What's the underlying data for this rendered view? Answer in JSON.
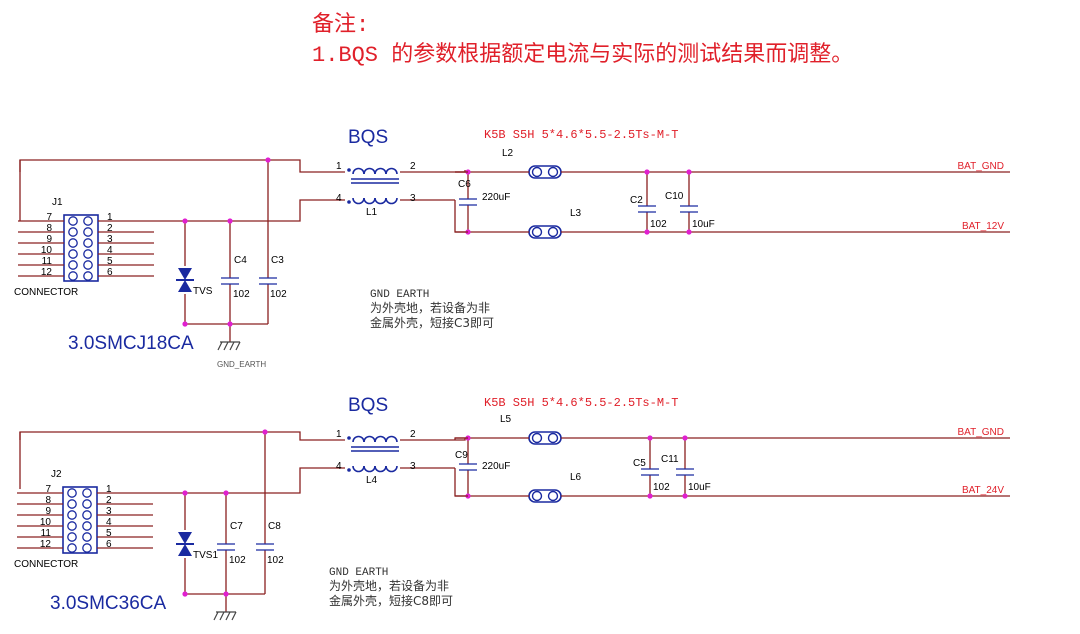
{
  "note": {
    "title": "备注:",
    "line1": "1.BQS 的参数根据额定电流与实际的测试结果而调整。"
  },
  "circuit1": {
    "filter_label": "BQS",
    "part_spec": "K5B S5H 5*4.6*5.5-2.5Ts-M-T",
    "connector_ref": "J1",
    "connector_label": "CONNECTOR",
    "pins_left": [
      "7",
      "8",
      "9",
      "10",
      "11",
      "12"
    ],
    "pins_right": [
      "1",
      "2",
      "3",
      "4",
      "5",
      "6"
    ],
    "tvs_ref": "TVS",
    "tvs_part": "3.0SMCJ18CA",
    "cap_a_ref": "C4",
    "cap_a_val": "102",
    "cap_b_ref": "C3",
    "cap_b_val": "102",
    "choke_ref": "L1",
    "choke_pins": [
      "1",
      "2",
      "4",
      "3"
    ],
    "bead_top_ref": "L2",
    "bead_bot_ref": "L3",
    "cap_bulk_ref": "C6",
    "cap_bulk_val": "220uF",
    "cap_c_ref": "C2",
    "cap_c_val": "102",
    "cap_d_ref": "C10",
    "cap_d_val": "10uF",
    "net_top": "BAT_GND",
    "net_bot": "BAT_12V",
    "gnd_label": "GND_EARTH",
    "note_title": "GND EARTH",
    "note_line1": "为外壳地，若设备为非",
    "note_line2": "金属外壳，短接C3即可"
  },
  "circuit2": {
    "filter_label": "BQS",
    "part_spec": "K5B S5H 5*4.6*5.5-2.5Ts-M-T",
    "connector_ref": "J2",
    "connector_label": "CONNECTOR",
    "pins_left": [
      "7",
      "8",
      "9",
      "10",
      "11",
      "12"
    ],
    "pins_right": [
      "1",
      "2",
      "3",
      "4",
      "5",
      "6"
    ],
    "tvs_ref": "TVS1",
    "tvs_part": "3.0SMC36CA",
    "cap_a_ref": "C7",
    "cap_a_val": "102",
    "cap_b_ref": "C8",
    "cap_b_val": "102",
    "choke_ref": "L4",
    "choke_pins": [
      "1",
      "2",
      "4",
      "3"
    ],
    "bead_top_ref": "L5",
    "bead_bot_ref": "L6",
    "cap_bulk_ref": "C9",
    "cap_bulk_val": "220uF",
    "cap_c_ref": "C5",
    "cap_c_val": "102",
    "cap_d_ref": "C11",
    "cap_d_val": "10uF",
    "net_top": "BAT_GND",
    "net_bot": "BAT_24V",
    "note_title": "GND EARTH",
    "note_line1": "为外壳地，若设备为非",
    "note_line2": "金属外壳，短接C8即可"
  },
  "colors": {
    "note": "#e0202a",
    "wire": "#8a2020",
    "component": "#1a2aa0",
    "junction": "#e020d0"
  }
}
